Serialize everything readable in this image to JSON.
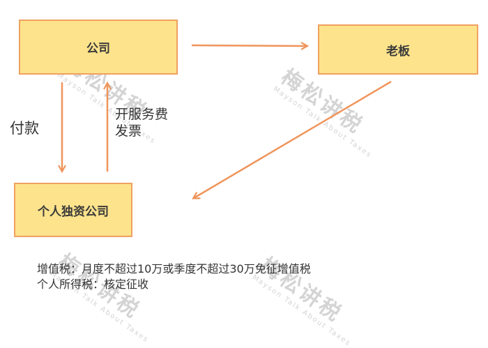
{
  "diagram": {
    "nodes": {
      "company": "公司",
      "boss": "老板",
      "sole_proprietorship": "个人独资公司"
    },
    "edges": {
      "payment_label": "付款",
      "invoice_label": "开服务费发票"
    },
    "notes": {
      "vat": "增值税：月度不超过10万或季度不超过30万免征增值税",
      "income_tax": "个人所得税：核定征收"
    },
    "watermark": {
      "text": "梅松讲税",
      "subtext": "Mayson Talk About Taxes"
    },
    "colors": {
      "box_fill": "#fde38c",
      "box_border": "#f0a060",
      "arrow": "#f0945a"
    }
  }
}
